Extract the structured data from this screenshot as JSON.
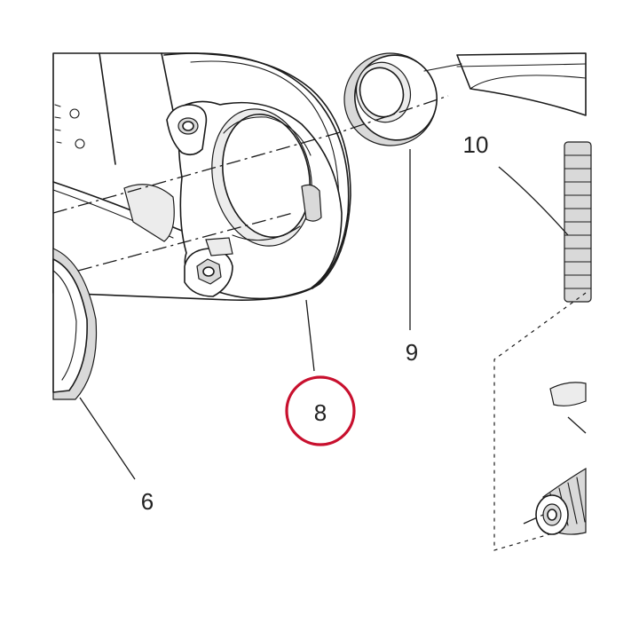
{
  "callouts": {
    "part_6": "6",
    "part_8": "8",
    "part_9": "9",
    "part_10": "10"
  },
  "highlight": {
    "target": "8",
    "color": "#c8102e"
  }
}
